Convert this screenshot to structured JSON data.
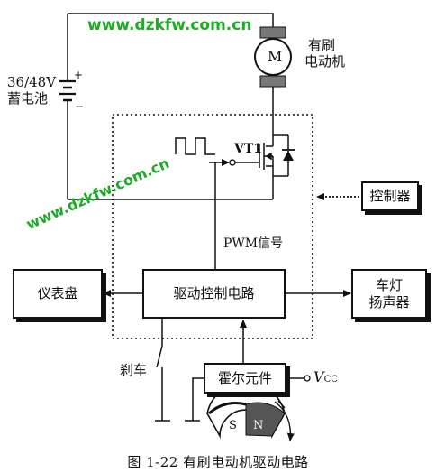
{
  "watermark_top": "www.dzkfw.com.cn",
  "watermark_diagonal": "www.dzkfw.com.cn",
  "battery": {
    "line1": "36/48V",
    "line2": "蓄电池",
    "plus": "+",
    "minus": "−"
  },
  "motor": {
    "symbol": "M",
    "line1": "有刷",
    "line2": "电动机"
  },
  "transistor_label": "VT1",
  "controller": "控制器",
  "pwm_label": "PWM信号",
  "driver": "驱动控制电路",
  "dashboard": "仪表盘",
  "lights": {
    "line1": "车灯",
    "line2": "扬声器"
  },
  "brake": "刹车",
  "hall": "霍尔元件",
  "vcc": {
    "v": "V",
    "sub": "CC"
  },
  "magnet": {
    "s": "S",
    "n": "N"
  },
  "caption": "图 1-22   有刷电动机驱动电路"
}
